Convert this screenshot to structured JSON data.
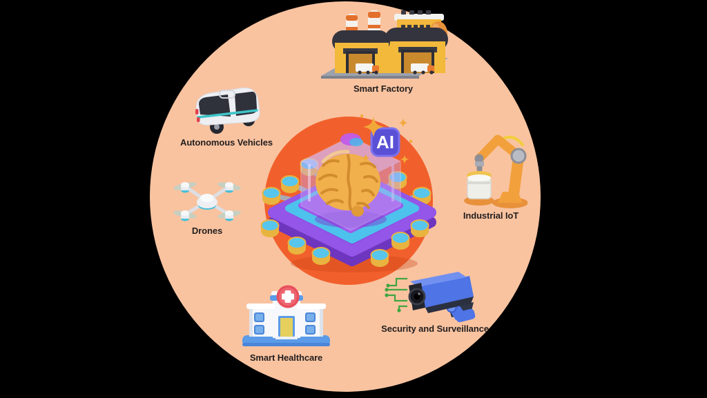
{
  "scene": {
    "background": "#000000",
    "outer_circle_color": "#F9C3A0",
    "inner_circle_color": "#F1602C"
  },
  "center": {
    "badge_label": "AI",
    "icon": "ai-brain-chip-icon",
    "badge_color": "#5A50D6",
    "chip_color": "#9456E8",
    "brain_color": "#F1B04C"
  },
  "nodes": [
    {
      "id": "smart-factory",
      "label": "Smart Factory",
      "icon": "factory-icon"
    },
    {
      "id": "autonomous-vehicles",
      "label": "Autonomous Vehicles",
      "icon": "autonomous-shuttle-icon"
    },
    {
      "id": "drones",
      "label": "Drones",
      "icon": "drone-icon"
    },
    {
      "id": "industrial-iot",
      "label": "Industrial IoT",
      "icon": "robotic-arm-icon"
    },
    {
      "id": "security-and-surveillance",
      "label": "Security and Surveillance",
      "icon": "cctv-camera-icon"
    },
    {
      "id": "smart-healthcare",
      "label": "Smart Healthcare",
      "icon": "hospital-icon"
    }
  ]
}
